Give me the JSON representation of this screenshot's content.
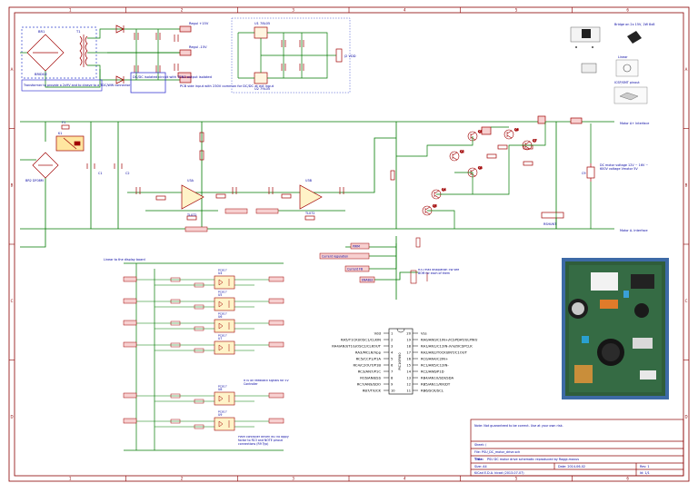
{
  "colors": {
    "border": "#8b0000",
    "wire": "#007a00",
    "component": "#a00000",
    "label_text": "#0000a0",
    "note_box": "#2222cc",
    "paper": "#ffffff"
  },
  "border_ticks": {
    "top": [
      "1",
      "2",
      "3",
      "4",
      "5",
      "6"
    ],
    "side": [
      "A",
      "B",
      "C",
      "D"
    ]
  },
  "power_supply": {
    "bridge_ref": "BR1",
    "bridge_value": "BRIDGE",
    "transformer_ref": "T1",
    "transformer_value": "TRANSFO",
    "diode_refs": [
      "D1",
      "D2"
    ],
    "reg_pos": "Regul +15V",
    "reg_neg": "Regul -15V",
    "note": "Transformer to provide a 2x9V and to cleave to a TDC/WW connector",
    "note2": "DC/DC isolated circuit with TEN3 output isolated",
    "note3": "PCB side input with 230V common for DC/DC at ext input"
  },
  "regulators": {
    "u1": "U1 78L05",
    "u2": "U2 79L05",
    "connector": "J2 VDD"
  },
  "mains": {
    "fuse": "F1",
    "relay": "K1",
    "bridge": "BR2 DF08M",
    "caps": [
      "C1",
      "C2"
    ]
  },
  "opamps": [
    {
      "ref": "U3A",
      "part": "TL072"
    },
    {
      "ref": "U3B",
      "part": "TL072"
    }
  ],
  "output_stage": {
    "transistors": [
      "Q1",
      "Q2",
      "Q3",
      "Q4",
      "Q5",
      "Q6",
      "Q7"
    ],
    "label_out_pos": "Motor A+ Interface",
    "label_out_neg": "Motor A- Interface",
    "cap": "C9",
    "cap_note": "DC motor voltage 12V ~ 16V ~ 600V voltage Vmotor 5V",
    "shunt": "RSHUNT"
  },
  "net_labels": {
    "bottom_a": "PWM",
    "bottom_b": "Current regulation",
    "bottom_c": "Current FB",
    "bottom_d": "ENABLE",
    "note_bottom": "R31 max dissipation 5W see BOM for each of them"
  },
  "optos": {
    "group_note": "Linear to the display board",
    "refs": [
      "U4",
      "U5",
      "U6",
      "U7",
      "U8",
      "U9"
    ],
    "part": "PC817",
    "note_mid": "R70 on feedback signals for 5V Controller",
    "note_low": "PWM controller driven NO no apply factor to R13 and NOTE pinout connections (R9 Typ)"
  },
  "mcu": {
    "ref": "PIC16F690",
    "left_pins": [
      {
        "n": "1",
        "name": "Vdd"
      },
      {
        "n": "2",
        "name": "RA5/T1CKI/OSC1/CLKIN"
      },
      {
        "n": "3",
        "name": "RA4/AN3/T1G/OSC2/CLKOUT"
      },
      {
        "n": "4",
        "name": "RA3/MCLR/Vpp"
      },
      {
        "n": "5",
        "name": "RC5/CCP1/P1A"
      },
      {
        "n": "6",
        "name": "RC4/C2OUT/P1B"
      },
      {
        "n": "7",
        "name": "RC3/AN7/P1C"
      },
      {
        "n": "8",
        "name": "RC6/AN8/SS"
      },
      {
        "n": "9",
        "name": "RC7/AN9/SDO"
      },
      {
        "n": "10",
        "name": "RB7/TX/CK"
      }
    ],
    "right_pins": [
      {
        "n": "20",
        "name": "Vss"
      },
      {
        "n": "19",
        "name": "RA0/AN0/C1IN+/ICSPDAT/ULPWU"
      },
      {
        "n": "18",
        "name": "RA1/AN1/C12IN-/Vref/ICSPCLK"
      },
      {
        "n": "17",
        "name": "RA2/AN2/T0CKI/INT/C1OUT"
      },
      {
        "n": "16",
        "name": "RC0/AN4/C2IN+"
      },
      {
        "n": "15",
        "name": "RC1/AN5/C12IN-"
      },
      {
        "n": "14",
        "name": "RC2/AN6/P1D"
      },
      {
        "n": "13",
        "name": "RB4/AN10/SDI/SDA"
      },
      {
        "n": "12",
        "name": "RB5/AN11/RX/DT"
      },
      {
        "n": "11",
        "name": "RB6/SCK/SCL"
      }
    ]
  },
  "footprints": {
    "caption1": "Bridge on 2x 15V, 2W 8x8",
    "caption2": "Linear",
    "caption3": "ICSP/SMT pinout"
  },
  "title_block": {
    "note": "Note: Not guaranteed to be correct. Use at your own risk.",
    "sheet": "Sheet: /",
    "file": "File: PSU_DC_motor_drive.sch",
    "title_label": "Title:",
    "title": "PSU DC motor drive schematic reproduced by Raggi-maxus",
    "size_label": "Size: A4",
    "date_label": "Date: 2014-06-02",
    "rev_label": "Rev: 1",
    "kicad": "KiCad E.D.A. kicad (2013-07-07)",
    "id": "Id: 1/1"
  }
}
